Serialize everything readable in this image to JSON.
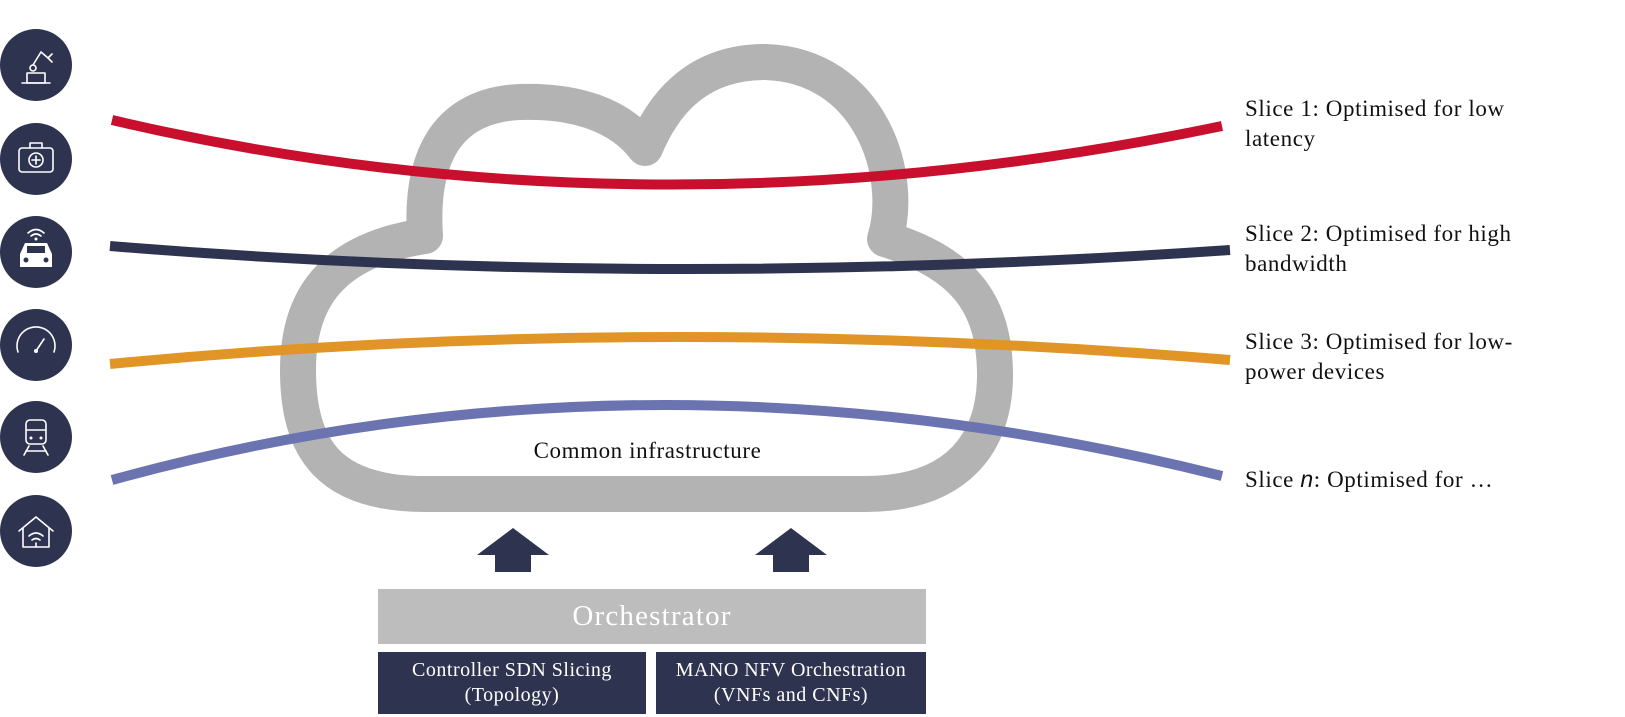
{
  "slices": [
    {
      "line1": "Slice 1: Optimised for low",
      "line2": "latency",
      "color": "#c8102e"
    },
    {
      "line1": "Slice 2: Optimised for high",
      "line2": "bandwidth",
      "color": "#2e3450"
    },
    {
      "line1": "Slice 3: Optimised for low-",
      "line2": "power devices",
      "color": "#e09526"
    },
    {
      "prefix": "Slice ",
      "n": "n",
      "suffix": ": Optimised for …",
      "color": "#6b74b0"
    }
  ],
  "infrastructure": {
    "label": "Common infrastructure",
    "cloud_color": "#b3b3b3"
  },
  "orchestrator": {
    "label": "Orchestrator",
    "color": "#bdbdbd"
  },
  "controllers": [
    {
      "line1": "Controller SDN Slicing",
      "line2": "(Topology)"
    },
    {
      "line1": "MANO NFV Orchestration",
      "line2": "(VNFs and CNFs)"
    }
  ],
  "device_icons": [
    "robot-arm-icon",
    "medical-kit-icon",
    "connected-car-icon",
    "speedometer-icon",
    "train-icon",
    "smart-home-icon"
  ],
  "colors": {
    "dark_navy": "#2e3450"
  }
}
